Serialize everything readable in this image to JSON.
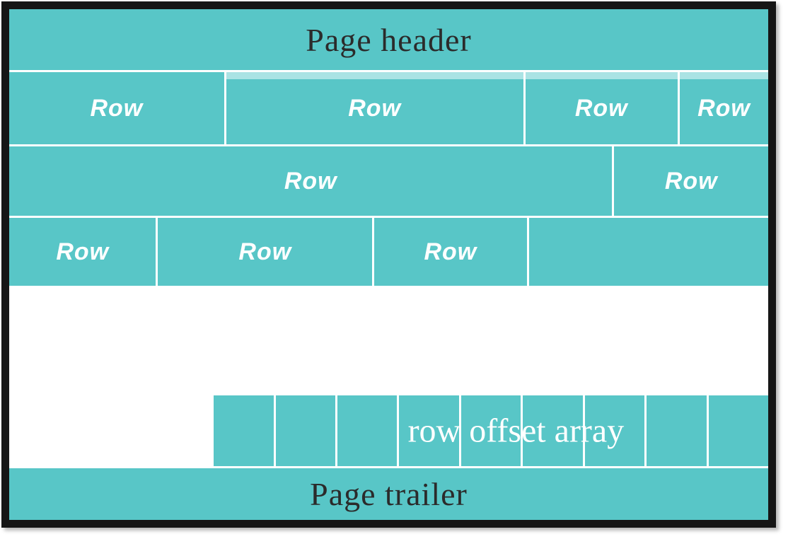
{
  "colors": {
    "teal": "#58c6c7",
    "light_strip": "#aae3e4",
    "frame": "#161616",
    "dark_text": "#2b2b2b",
    "white": "#ffffff"
  },
  "page": {
    "header_label": "Page header",
    "trailer_label": "Page trailer",
    "offset_array_label": "row offset array",
    "row_bands": [
      {
        "cells": [
          {
            "label": "Row",
            "width_weight": 306,
            "light_top": false
          },
          {
            "label": "Row",
            "width_weight": 423,
            "light_top": true
          },
          {
            "label": "Row",
            "width_weight": 217,
            "light_top": true
          },
          {
            "label": "Row",
            "width_weight": 126,
            "light_top": true
          }
        ]
      },
      {
        "cells": [
          {
            "label": "Row",
            "width_weight": 854,
            "light_top": false
          },
          {
            "label": "Row",
            "width_weight": 218,
            "light_top": false
          }
        ]
      },
      {
        "cells": [
          {
            "label": "Row",
            "width_weight": 209,
            "light_top": false
          },
          {
            "label": "Row",
            "width_weight": 305,
            "light_top": false
          },
          {
            "label": "Row",
            "width_weight": 217,
            "light_top": false
          },
          {
            "label": "",
            "width_weight": 341,
            "light_top": false
          }
        ]
      }
    ],
    "offset_array": {
      "cell_count": 9
    }
  }
}
